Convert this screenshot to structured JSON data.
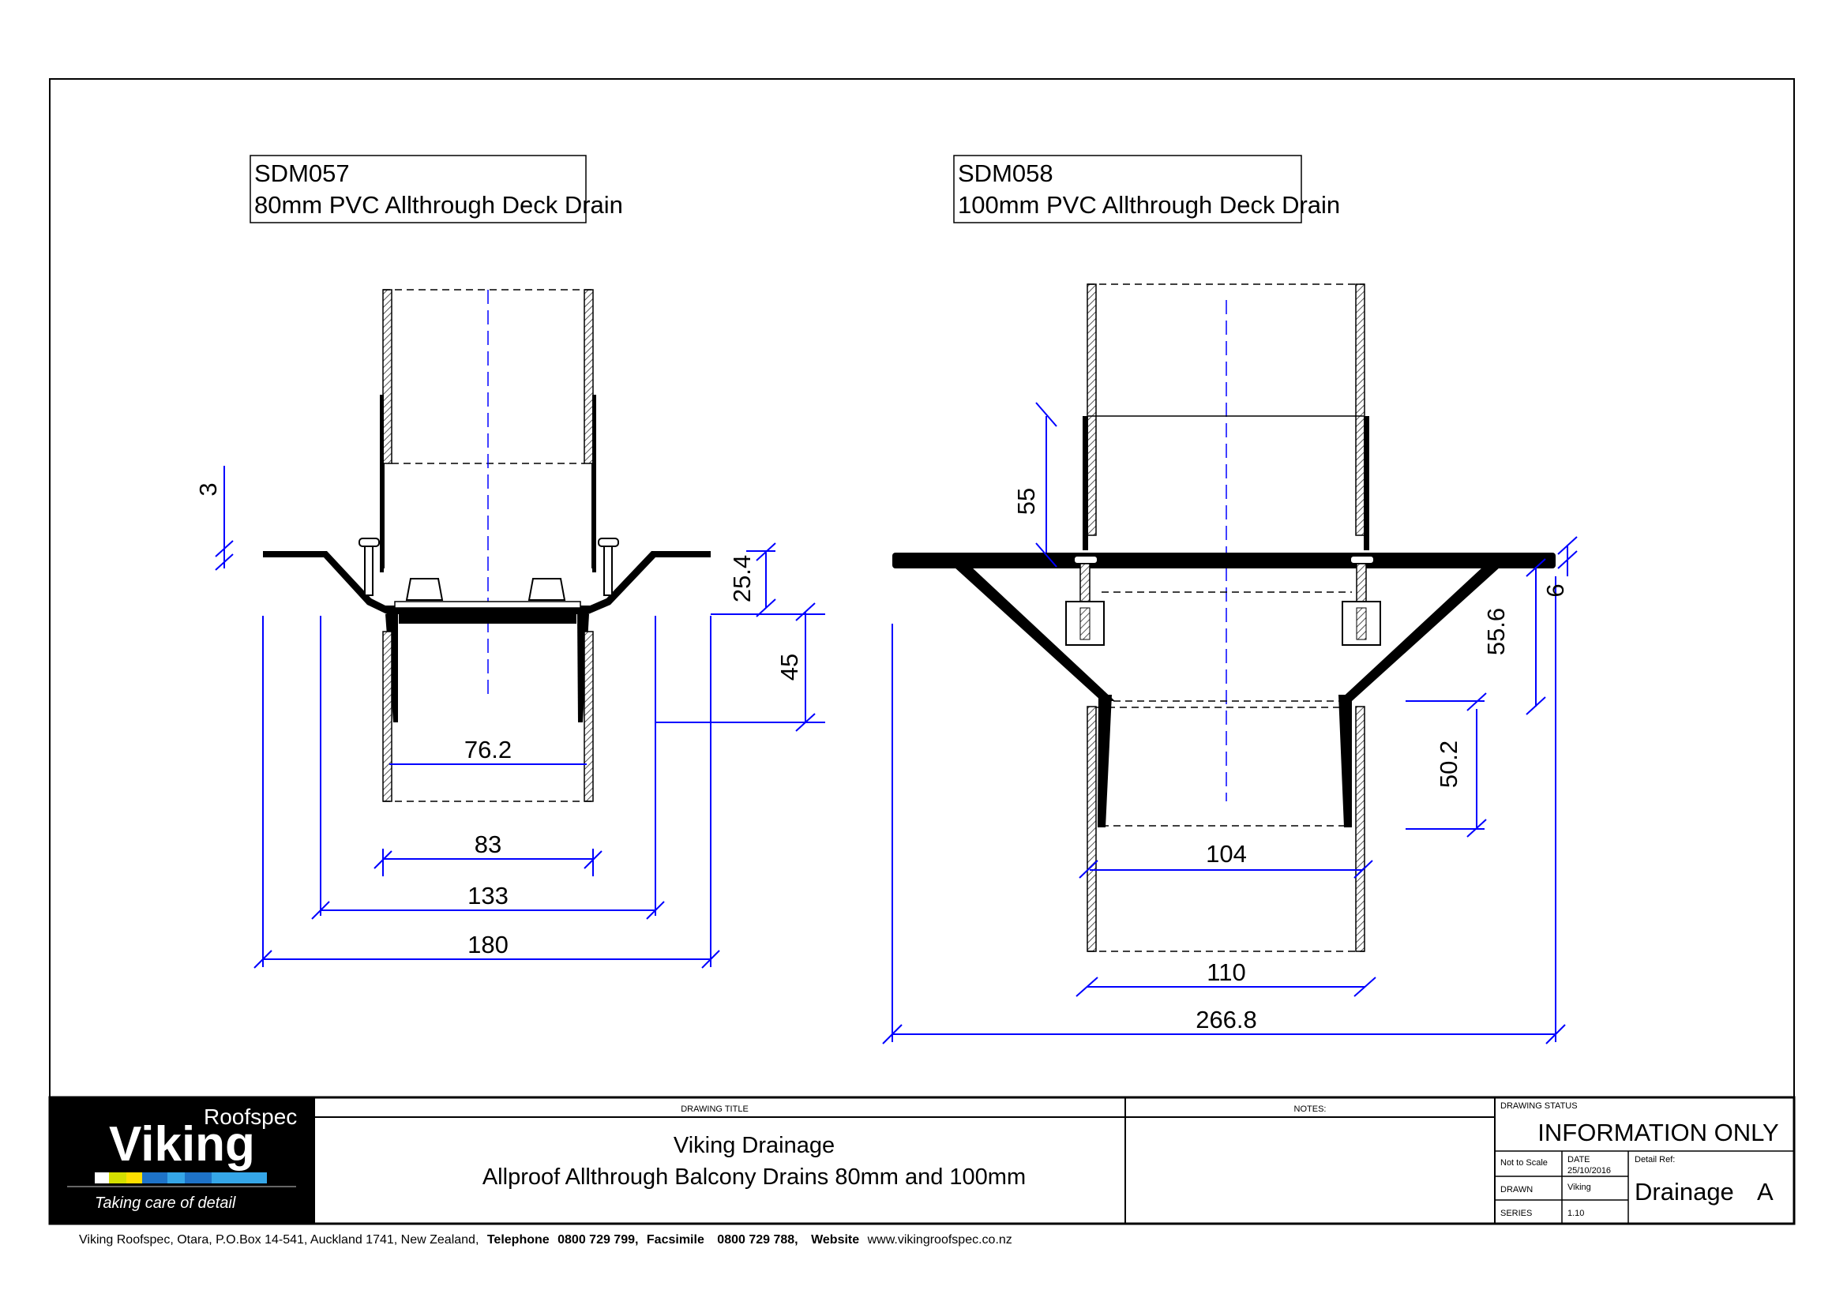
{
  "details": [
    {
      "code": "SDM057",
      "name": "80mm PVC Allthrough Deck Drain"
    },
    {
      "code": "SDM058",
      "name": "100mm PVC Allthrough Deck Drain"
    }
  ],
  "dimensions_80mm": {
    "d3": "3",
    "d25_4": "25.4",
    "d45": "45",
    "d76_2": "76.2",
    "d83": "83",
    "d133": "133",
    "d180": "180"
  },
  "dimensions_100mm": {
    "d55": "55",
    "d6": "6",
    "d55_6": "55.6",
    "d50_2": "50.2",
    "d104": "104",
    "d110": "110",
    "d266_8": "266.8"
  },
  "logo": {
    "sub": "Roofspec",
    "brand": "Viking",
    "tagline": "Taking care of detail",
    "stripe_colors": [
      "#ffffff",
      "#d4e000",
      "#ffe000",
      "#1e73c8",
      "#1e73c8",
      "#35a6e8",
      "#35a6e8",
      "#1e73c8"
    ]
  },
  "title_block": {
    "drawing_title_label": "DRAWING TITLE",
    "title_line1": "Viking Drainage",
    "title_line2": "Allproof Allthrough Balcony Drains 80mm and 100mm",
    "notes_label": "NOTES:",
    "status_label": "DRAWING STATUS",
    "status_value": "INFORMATION ONLY",
    "scale_label": "Not to Scale",
    "date_label": "DATE",
    "date_value": "25/10/2016",
    "detail_ref_label": "Detail Ref:",
    "drawn_label": "DRAWN",
    "drawn_value": "Viking",
    "series_label": "SERIES",
    "series_value": "1.10",
    "ref_name": "Drainage",
    "ref_letter": "A"
  },
  "footer": {
    "address": "Viking Roofspec, Otara, P.O.Box 14-541, Auckland 1741, New Zealand,",
    "tel_label": "Telephone",
    "tel_value": "0800 729 799,",
    "fax_label": "Facsimile",
    "fax_value": "0800 729 788,",
    "web_label": "Website",
    "web_value": "www.vikingroofspec.co.nz"
  },
  "colors": {
    "dimension": "#0000ff",
    "line": "#000000"
  }
}
